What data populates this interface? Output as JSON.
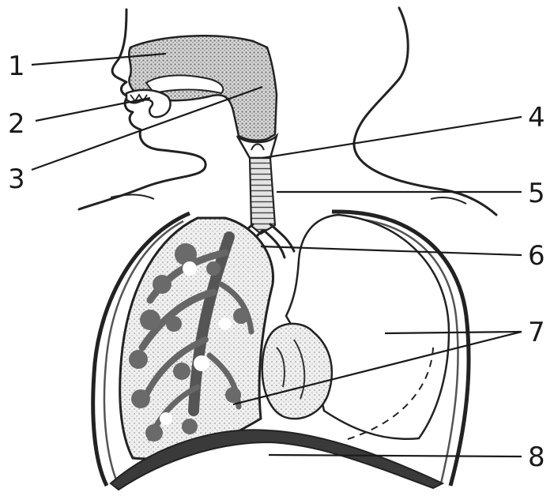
{
  "labels": [
    {
      "id": "label-1",
      "text": "1"
    },
    {
      "id": "label-2",
      "text": "2"
    },
    {
      "id": "label-3",
      "text": "3"
    },
    {
      "id": "label-4",
      "text": "4"
    },
    {
      "id": "label-5",
      "text": "5"
    },
    {
      "id": "label-6",
      "text": "6"
    },
    {
      "id": "label-7",
      "text": "7"
    },
    {
      "id": "label-8",
      "text": "8"
    }
  ],
  "colors": {
    "ink": "#222222",
    "stipple": "#8f8f8f",
    "lung_fill": "#c9c9c9",
    "diaphragm": "#3a3a3a",
    "paper": "#ffffff"
  }
}
